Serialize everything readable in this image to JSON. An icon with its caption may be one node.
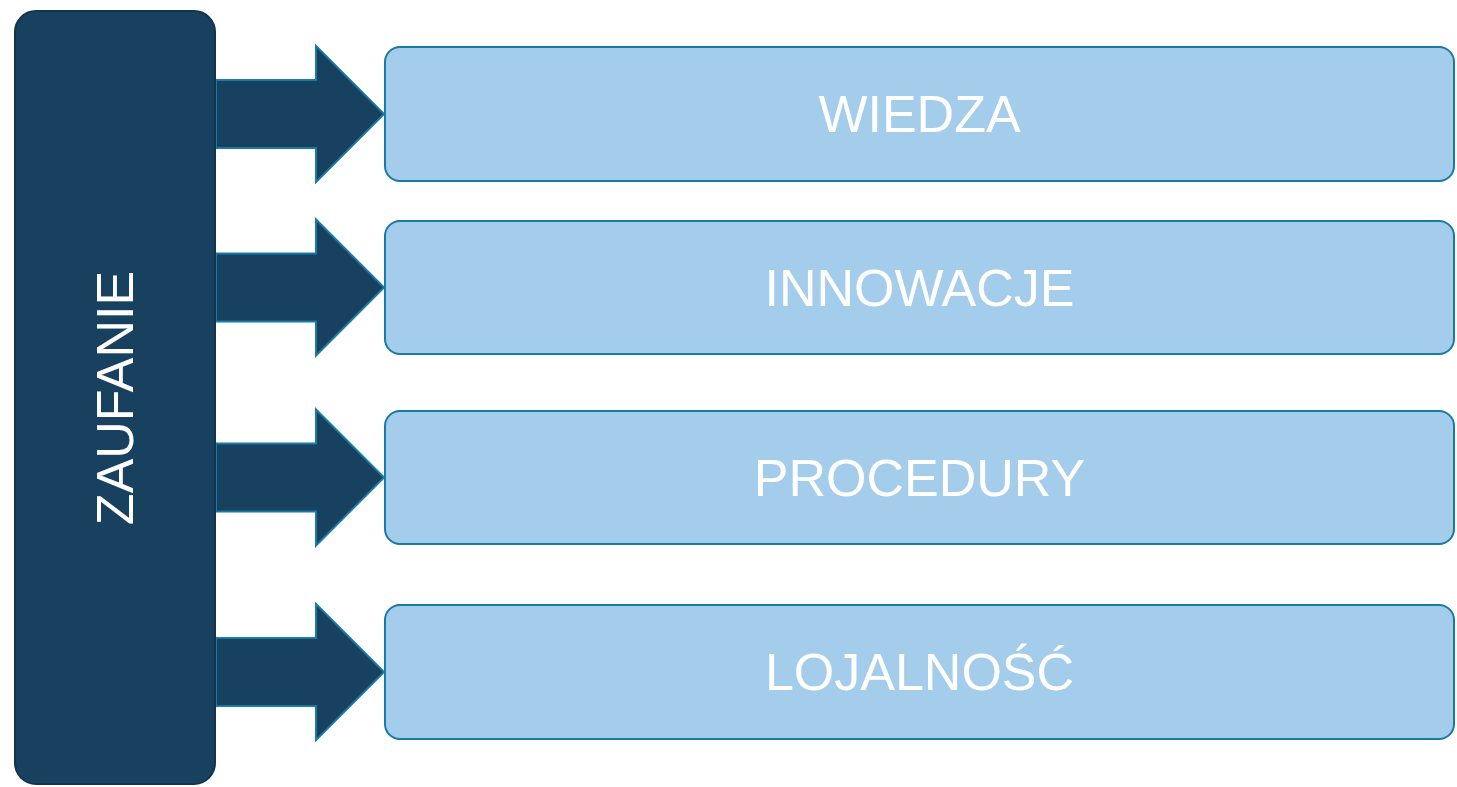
{
  "diagram": {
    "nodes": [
      {
        "text": [
          "ZAUFANIE"
        ]
      },
      {
        "text": [
          "WIEDZA"
        ]
      },
      {
        "text": [
          "INNOWACJE"
        ]
      },
      {
        "text": [
          "PROCEDURY"
        ]
      },
      {
        "text": [
          "LOJALNOŚĆ"
        ]
      }
    ],
    "edges": [
      {
        "from": 0,
        "to": 1,
        "arrow": "to"
      },
      {
        "from": 0,
        "to": 2,
        "arrow": "to"
      },
      {
        "from": 0,
        "to": 3,
        "arrow": "to"
      },
      {
        "from": 0,
        "to": 4,
        "arrow": "to"
      }
    ]
  }
}
